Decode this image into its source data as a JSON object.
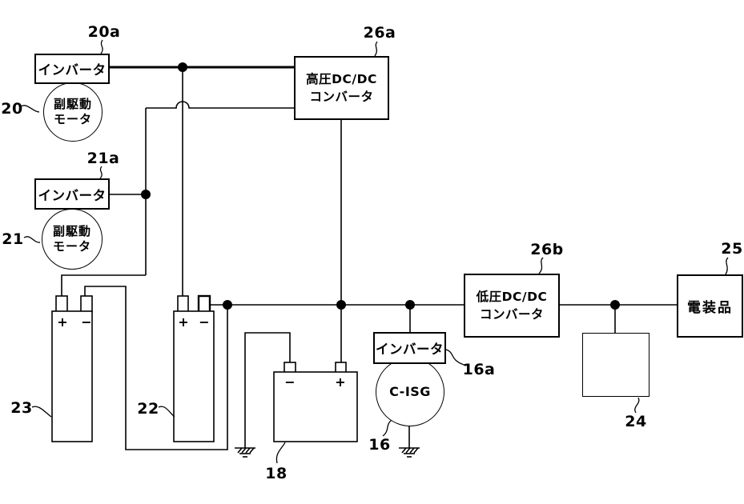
{
  "figure": {
    "background_color": "#ffffff",
    "line_color": "#000000",
    "type": "patent-style vehicle power supply wiring diagram"
  },
  "boxes": {
    "inverter20a": "インバータ",
    "inverter21a": "インバータ",
    "inverter16a": "インバータ",
    "hv_dcdc_line1": "高圧DC/DC",
    "hv_dcdc_line2": "コンバータ",
    "lv_dcdc_line1": "低圧DC/DC",
    "lv_dcdc_line2": "コンバータ",
    "electrical_components": "電装品"
  },
  "motors": {
    "sub_drive_line1": "副駆動",
    "sub_drive_line2": "モータ",
    "c_isg": "C-ISG"
  },
  "battery_signs": {
    "plus": "+",
    "minus": "−"
  },
  "refs": {
    "r20": "20",
    "r20a": "20a",
    "r21": "21",
    "r21a": "21a",
    "r22": "22",
    "r23": "23",
    "r24": "24",
    "r25": "25",
    "r26a": "26a",
    "r26b": "26b",
    "r16": "16",
    "r16a": "16a",
    "r18": "18"
  }
}
